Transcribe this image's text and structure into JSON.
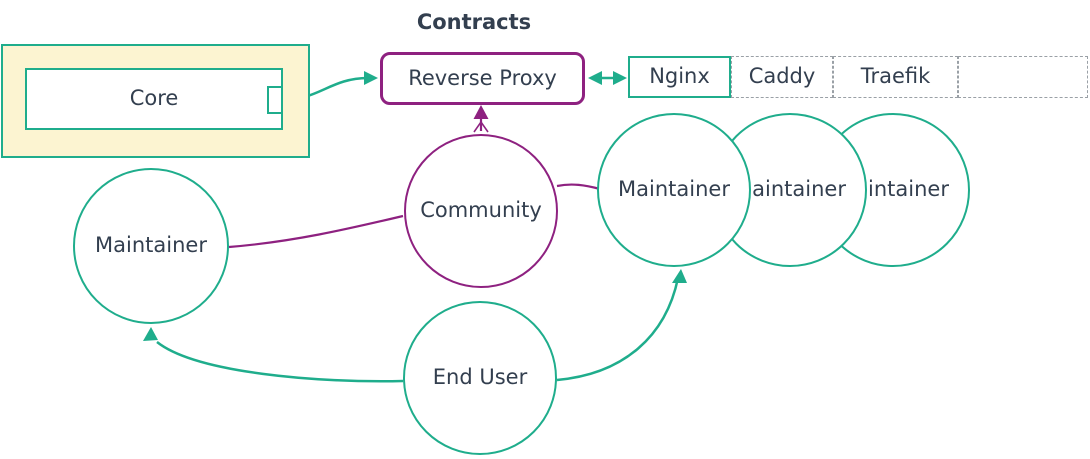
{
  "diagram": {
    "title": "Contracts",
    "colors": {
      "teal": "#1FAD8C",
      "purple": "#8E2180",
      "container_fill": "#FCF4D1",
      "text": "#333F4F",
      "dashed_border": "#9AA0A6",
      "background": "#FFFFFF"
    },
    "nodes": {
      "core": {
        "label": "Core",
        "shape": "box-in-container",
        "port": true
      },
      "reverse_proxy": {
        "label": "Reverse Proxy",
        "shape": "rounded-rect"
      },
      "community": {
        "label": "Community",
        "shape": "circle",
        "border": "purple"
      },
      "maintainer_left": {
        "label": "Maintainer",
        "shape": "circle",
        "border": "teal"
      },
      "maintainers_right": [
        {
          "label": "Maintainer"
        },
        {
          "label": "Maintainer"
        },
        {
          "label": "Maintainer"
        }
      ],
      "end_user": {
        "label": "End User",
        "shape": "circle",
        "border": "teal"
      }
    },
    "proxy_options": [
      {
        "label": "Nginx",
        "border": "solid-teal"
      },
      {
        "label": "Caddy",
        "border": "dashed"
      },
      {
        "label": "Traefik",
        "border": "dashed"
      },
      {
        "label": "",
        "border": "dashed"
      }
    ],
    "edges": [
      {
        "from": "Core",
        "to": "Reverse Proxy",
        "color": "teal",
        "arrows": "forward"
      },
      {
        "from": "Reverse Proxy",
        "to": "Nginx",
        "color": "teal",
        "arrows": "both"
      },
      {
        "from": "Community",
        "to": "Reverse Proxy",
        "color": "purple",
        "arrows": "forward"
      },
      {
        "from": "Community",
        "to": "Maintainer (left)",
        "color": "purple",
        "arrows": "none"
      },
      {
        "from": "Community",
        "to": "Maintainer (right)",
        "color": "purple",
        "arrows": "none"
      },
      {
        "from": "End User",
        "to": "Maintainer (left)",
        "color": "teal",
        "arrows": "forward"
      },
      {
        "from": "End User",
        "to": "Maintainer (right)",
        "color": "teal",
        "arrows": "forward"
      }
    ]
  }
}
